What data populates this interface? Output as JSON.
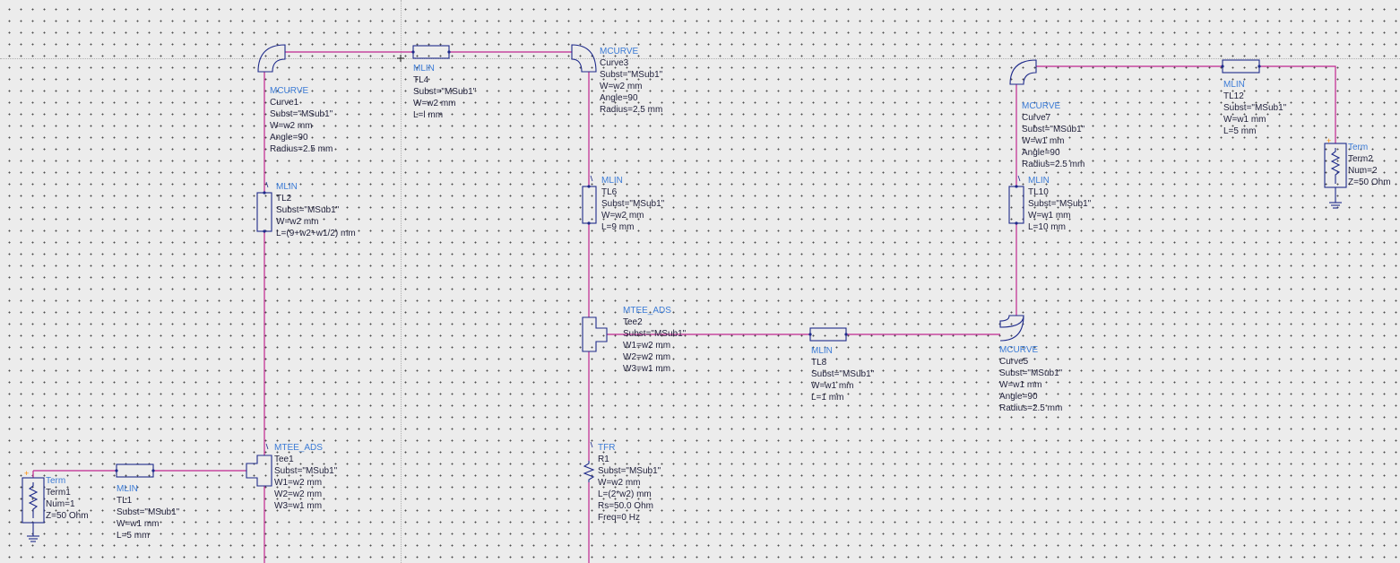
{
  "colors": {
    "wire": "#c0268e",
    "component": "#1e2a8a",
    "type_label": "#3b7bd6",
    "text": "#1f1f3a"
  },
  "components": {
    "term1": {
      "type": "Term",
      "name": "Term1",
      "params": [
        "Num=1",
        "Z=50 Ohm"
      ]
    },
    "tl1": {
      "type": "MLIN",
      "name": "TL1",
      "params": [
        "Subst=\"MSub1\"",
        "W=w1 mm",
        "L=5 mm"
      ]
    },
    "tee1": {
      "type": "MTEE_ADS",
      "name": "Tee1",
      "params": [
        "Subst=\"MSub1\"",
        "W1=w2 mm",
        "W2=w2 mm",
        "W3=w1 mm"
      ]
    },
    "tl2": {
      "type": "MLIN",
      "name": "TL2",
      "params": [
        "Subst=\"MSub1\"",
        "W=w2 mm",
        "L=(9+w2+w1/2) mm"
      ]
    },
    "curve1": {
      "type": "MCURVE",
      "name": "Curve1",
      "params": [
        "Subst=\"MSub1\"",
        "W=w2 mm",
        "Angle=90",
        "Radius=2.5 mm"
      ]
    },
    "tl4": {
      "type": "MLIN",
      "name": "TL4",
      "params": [
        "Subst=\"MSub1\"",
        "W=w2 mm",
        "L=l mm"
      ]
    },
    "curve3": {
      "type": "MCURVE",
      "name": "Curve3",
      "params": [
        "Subst=\"MSub1\"",
        "W=w2 mm",
        "Angle=90",
        "Radius=2.5 mm"
      ]
    },
    "tl6": {
      "type": "MLIN",
      "name": "TL6",
      "params": [
        "Subst=\"MSub1\"",
        "W=w2 mm",
        "L=9 mm"
      ]
    },
    "tee2": {
      "type": "MTEE_ADS",
      "name": "Tee2",
      "params": [
        "Subst=\"MSub1\"",
        "W1=w2 mm",
        "W2=w2 mm",
        "W3=w1 mm"
      ]
    },
    "r1": {
      "type": "TFR",
      "name": "R1",
      "params": [
        "Subst=\"MSub1\"",
        "W=w2 mm",
        "L=(2*w2) mm",
        "Rs=50.0 Ohm",
        "Freq=0 Hz"
      ]
    },
    "tl8": {
      "type": "MLIN",
      "name": "TL8",
      "params": [
        "Subst=\"MSub1\"",
        "W=w1 mm",
        "L=1 mm"
      ]
    },
    "curve5": {
      "type": "MCURVE",
      "name": "Curve5",
      "params": [
        "Subst=\"MSub1\"",
        "W=w1 mm",
        "Angle=90",
        "Radius=2.5 mm"
      ]
    },
    "tl10": {
      "type": "MLIN",
      "name": "TL10",
      "params": [
        "Subst=\"MSub1\"",
        "W=w1 mm",
        "L=10 mm"
      ]
    },
    "curve7": {
      "type": "MCURVE",
      "name": "Curve7",
      "params": [
        "Subst=\"MSub1\"",
        "W=w1 mm",
        "Angle=90",
        "Radius=2.5 mm"
      ]
    },
    "tl12": {
      "type": "MLIN",
      "name": "TL12",
      "params": [
        "Subst=\"MSub1\"",
        "W=w1 mm",
        "L=5 mm"
      ]
    },
    "term2": {
      "type": "Term",
      "name": "Term2",
      "params": [
        "Num=2",
        "Z=50 Ohm"
      ]
    }
  }
}
